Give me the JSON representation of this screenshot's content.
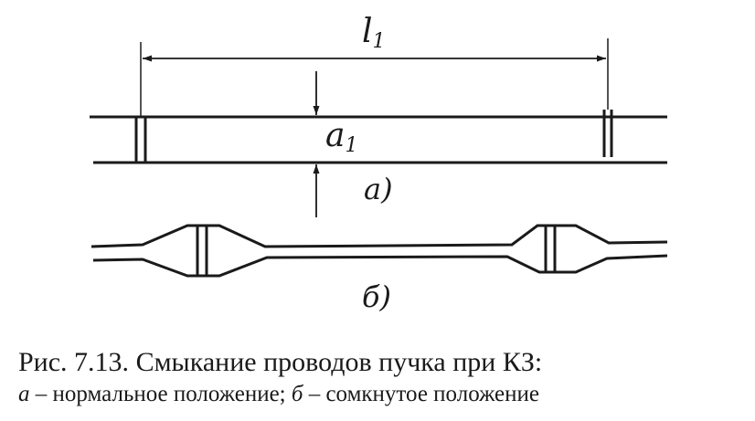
{
  "diagram": {
    "dimension_span_label": "l",
    "dimension_span_sub": "1",
    "dimension_gap_label": "a",
    "dimension_gap_sub": "1",
    "part_a_label": "а)",
    "part_b_label": "б)"
  },
  "caption": {
    "number": "Рис. 7.13.",
    "title": "Смыкание проводов пучка при КЗ:",
    "a_letter": "а",
    "a_text": " – нормальное положение; ",
    "b_letter": "б",
    "b_text": " – сомкнутое положение"
  }
}
